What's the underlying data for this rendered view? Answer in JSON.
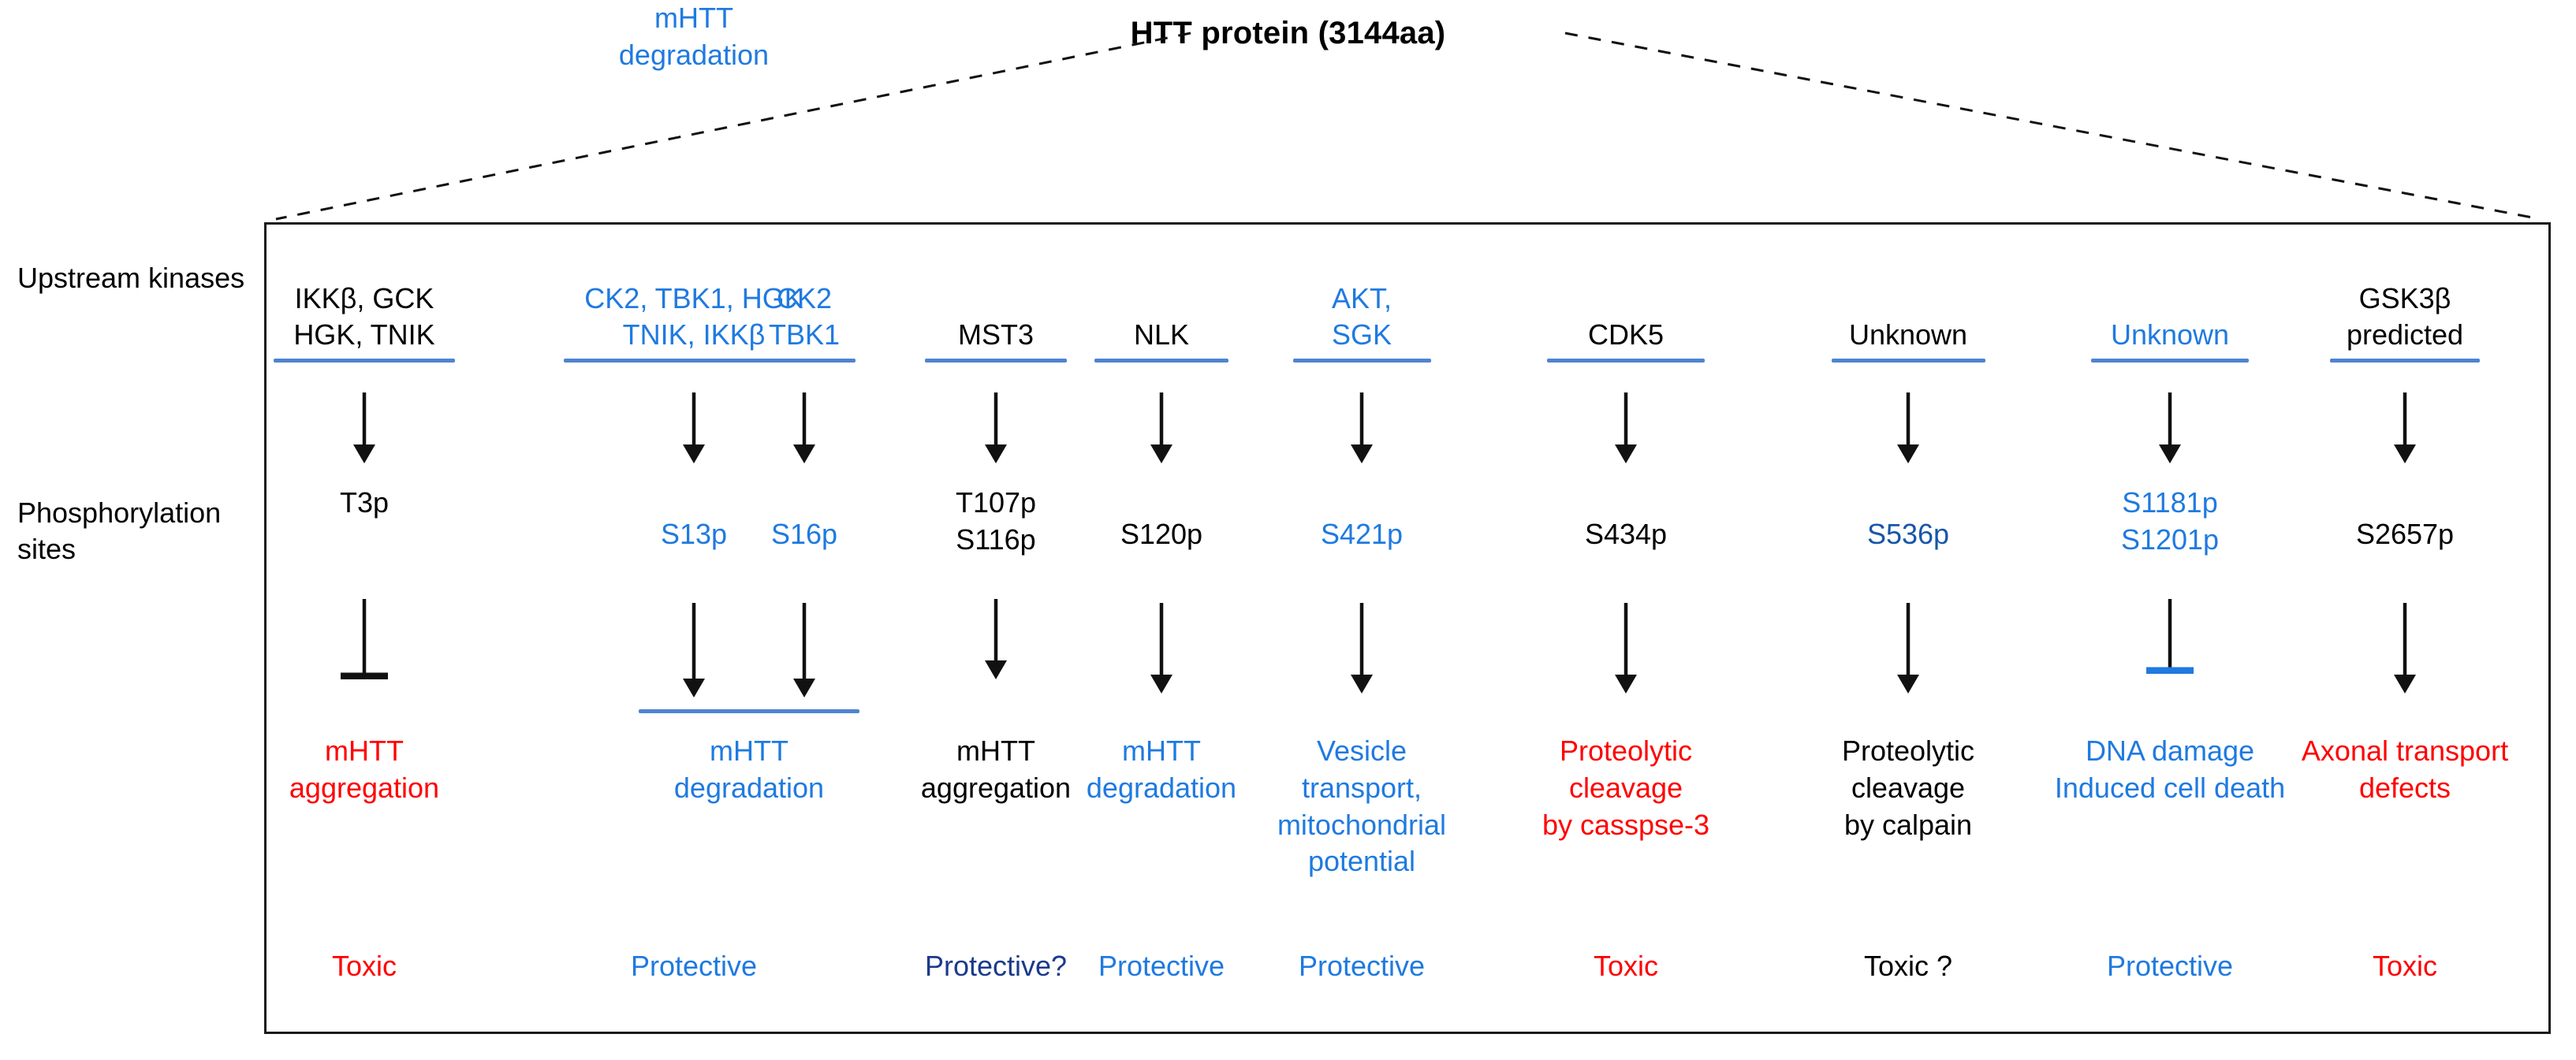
{
  "title": "HTT protein (3144aa)",
  "row_labels": {
    "kinases": "Upstream kinases",
    "sites": "Phosphorylation\nsites"
  },
  "colors": {
    "blue": "#1f7ae0",
    "navy": "#1b3a8c",
    "red": "#ff0000",
    "black": "#000000",
    "rule_blue": "#4f83d0",
    "box_border": "#1a1a1a"
  },
  "columns": [
    {
      "id": 1,
      "kinase_lines": [
        "IKKβ, GCK",
        "HGK, TNIK"
      ],
      "kinase_color": "black",
      "connector_top": "arrow",
      "site_lines": [
        "T3p"
      ],
      "site_color": "black",
      "connector_bottom": "tbar",
      "connector_bottom_color": "black",
      "outcome_lines": [
        "mHTT",
        "aggregation"
      ],
      "outcome_color": "red",
      "verdict": "Toxic",
      "verdict_color": "red"
    },
    {
      "id": 2,
      "kinase_lines": [
        "CK2, TBK1, HGK",
        "TNIK, IKKβ"
      ],
      "kinase_color": "blue",
      "connector_top": "arrow",
      "site_lines": [
        "S13p"
      ],
      "site_color": "blue",
      "connector_bottom": "arrow",
      "connector_bottom_color": "black",
      "outcome_lines": [
        "mHTT",
        "degradation"
      ],
      "outcome_color": "blue",
      "outcome_shared": true,
      "verdict": "Protective",
      "verdict_color": "blue"
    },
    {
      "id": 3,
      "kinase_lines": [
        "CK2",
        "TBK1"
      ],
      "kinase_color": "blue",
      "connector_top": "arrow",
      "site_lines": [
        "S16p"
      ],
      "site_color": "blue",
      "connector_bottom": "arrow",
      "connector_bottom_color": "black",
      "outcome_lines": [],
      "outcome_color": "blue",
      "verdict": "",
      "verdict_color": "blue"
    },
    {
      "id": 4,
      "kinase_lines": [
        "MST3"
      ],
      "kinase_color": "black",
      "connector_top": "arrow",
      "site_lines": [
        "T107p",
        "S116p"
      ],
      "site_color": "black",
      "connector_bottom": "arrow",
      "connector_bottom_color": "black",
      "outcome_lines": [
        "mHTT",
        "aggregation"
      ],
      "outcome_color": "black",
      "verdict": "Protective?",
      "verdict_color": "navy"
    },
    {
      "id": 5,
      "kinase_lines": [
        "NLK"
      ],
      "kinase_color": "black",
      "connector_top": "arrow",
      "site_lines": [
        "S120p"
      ],
      "site_color": "black",
      "connector_bottom": "arrow",
      "connector_bottom_color": "black",
      "outcome_lines": [
        "mHTT",
        "degradation"
      ],
      "outcome_color": "blue",
      "verdict": "Protective",
      "verdict_color": "blue"
    },
    {
      "id": 6,
      "kinase_lines": [
        "AKT,",
        "SGK"
      ],
      "kinase_color": "blue",
      "connector_top": "arrow",
      "site_lines": [
        "S421p"
      ],
      "site_color": "blue",
      "connector_bottom": "arrow",
      "connector_bottom_color": "black",
      "outcome_lines": [
        "Vesicle transport,",
        "mitochondrial",
        "potential"
      ],
      "outcome_color": "blue",
      "verdict": "Protective",
      "verdict_color": "blue"
    },
    {
      "id": 7,
      "kinase_lines": [
        "CDK5"
      ],
      "kinase_color": "black",
      "connector_top": "arrow",
      "site_lines": [
        "S434p"
      ],
      "site_color": "black",
      "connector_bottom": "arrow",
      "connector_bottom_color": "black",
      "outcome_lines": [
        "Proteolytic",
        "cleavage",
        "by casspse-3"
      ],
      "outcome_color": "red",
      "verdict": "Toxic",
      "verdict_color": "red"
    },
    {
      "id": 8,
      "kinase_lines": [
        "Unknown"
      ],
      "kinase_color": "black",
      "connector_top": "arrow",
      "site_lines": [
        "S536p"
      ],
      "site_color": "navy",
      "connector_bottom": "arrow",
      "connector_bottom_color": "black",
      "outcome_lines": [
        "Proteolytic",
        "cleavage",
        "by calpain"
      ],
      "outcome_color": "black",
      "verdict": "Toxic ?",
      "verdict_color": "black"
    },
    {
      "id": 9,
      "kinase_lines": [
        "Unknown"
      ],
      "kinase_color": "blue",
      "connector_top": "arrow",
      "site_lines": [
        "S1181p",
        "S1201p"
      ],
      "site_color": "blue",
      "connector_bottom": "tbar",
      "connector_bottom_color": "blue",
      "outcome_lines": [
        "DNA damage",
        "Induced cell death"
      ],
      "outcome_color": "blue",
      "verdict": "Protective",
      "verdict_color": "blue"
    },
    {
      "id": 10,
      "kinase_lines": [
        "GSK3β",
        "predicted"
      ],
      "kinase_color": "black",
      "connector_top": "arrow",
      "site_lines": [
        "S2657p"
      ],
      "site_color": "black",
      "connector_bottom": "arrow",
      "connector_bottom_color": "black",
      "outcome_lines": [
        "Axonal transport",
        "defects"
      ],
      "outcome_color": "red",
      "verdict": "Toxic",
      "verdict_color": "red"
    }
  ],
  "shared_outcome_2_3": {
    "lines": [
      "mHTT",
      "degradation"
    ],
    "color": "blue"
  }
}
